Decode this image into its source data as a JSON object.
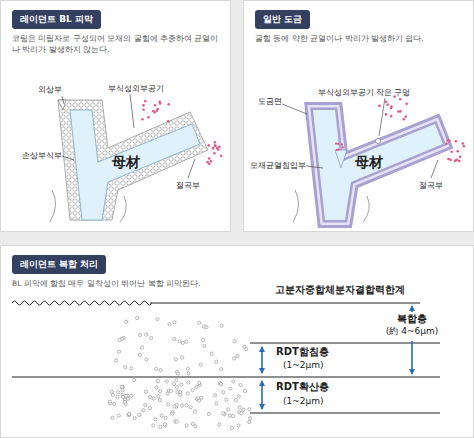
{
  "diagram": {
    "nodes": [
      {
        "text": [
          "코팅은 미립자로 구성되어 모재의 굴힘에 추종하여 균열이나 박리가 발생하지 않는다."
        ]
      },
      {
        "text": [
          "레이던트 BL 피막"
        ],
        "in": 0
      },
      {
        "text": [
          "굴힘 등에 약한 균열이나 박리가 발생하기 쉽다."
        ]
      },
      {
        "text": [
          "일반 도금"
        ],
        "in": 2
      },
      {
        "text": [
          "BL 피막에 함침 매우 밀착성이 뛰어난 복합 피막된다."
        ]
      },
      {
        "text": [
          "레이던트 복합 처리"
        ],
        "in": 4
      }
    ],
    "labels": [
      "외상부",
      "부식성외부공기",
      "손상부식부",
      "母材",
      "절곡부",
      "부식성외부공기",
      "작은 구멍",
      "도금면",
      "모재균열침입부",
      "母材",
      "절곡부",
      "고분자중합체분자결합력한계",
      "복합층",
      "(約 4~6μm)",
      "RDT함침층",
      "(1~2μm)",
      "RDT확산층",
      "(1~2μm)"
    ]
  }
}
